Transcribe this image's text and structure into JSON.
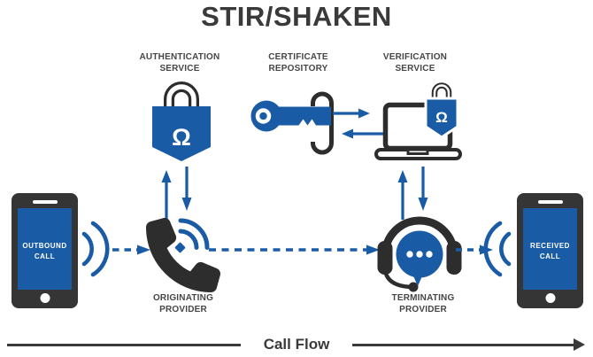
{
  "title": "STIR/SHAKEN",
  "colors": {
    "accent_blue": "#1a5ba6",
    "icon_dark": "#2d2d2d",
    "text_dark": "#3c3c3c"
  },
  "icons": {
    "keyhole_glyph": "Ω"
  },
  "services": {
    "authentication": {
      "line1": "AUTHENTICATION",
      "line2": "SERVICE"
    },
    "certificate": {
      "line1": "CERTIFICATE",
      "line2": "REPOSITORY"
    },
    "verification": {
      "line1": "VERIFICATION",
      "line2": "SERVICE"
    }
  },
  "providers": {
    "originating": {
      "line1": "ORIGINATING",
      "line2": "PROVIDER"
    },
    "terminating": {
      "line1": "TERMINATING",
      "line2": "PROVIDER"
    }
  },
  "phones": {
    "outbound": {
      "line1": "OUTBOUND",
      "line2": "CALL"
    },
    "received": {
      "line1": "RECEIVED",
      "line2": "CALL"
    }
  },
  "footer": {
    "label": "Call Flow"
  }
}
